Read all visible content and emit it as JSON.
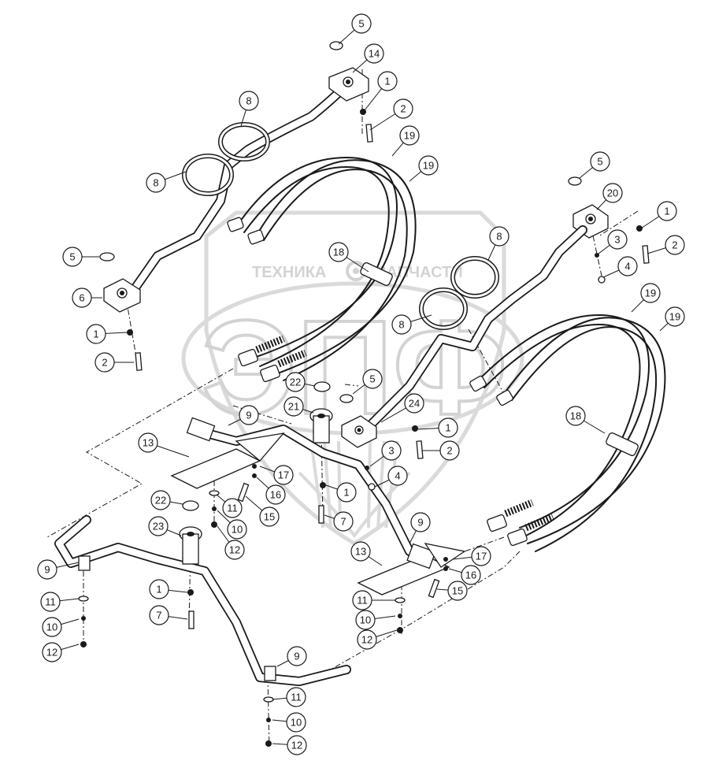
{
  "watermark": {
    "left_text": "ТЕХНИКА",
    "right_text": "ЗАПЧАСТИ",
    "monogram": "ЭПФ"
  },
  "callouts": [
    {
      "label": "5"
    },
    {
      "label": "14"
    },
    {
      "label": "1"
    },
    {
      "label": "8"
    },
    {
      "label": "2"
    },
    {
      "label": "19"
    },
    {
      "label": "19"
    },
    {
      "label": "8"
    },
    {
      "label": "5"
    },
    {
      "label": "20"
    },
    {
      "label": "1"
    },
    {
      "label": "5"
    },
    {
      "label": "3"
    },
    {
      "label": "2"
    },
    {
      "label": "18"
    },
    {
      "label": "8"
    },
    {
      "label": "4"
    },
    {
      "label": "6"
    },
    {
      "label": "1"
    },
    {
      "label": "19"
    },
    {
      "label": "8"
    },
    {
      "label": "19"
    },
    {
      "label": "2"
    },
    {
      "label": "22"
    },
    {
      "label": "5"
    },
    {
      "label": "9"
    },
    {
      "label": "21"
    },
    {
      "label": "24"
    },
    {
      "label": "1"
    },
    {
      "label": "18"
    },
    {
      "label": "13"
    },
    {
      "label": "2"
    },
    {
      "label": "3"
    },
    {
      "label": "17"
    },
    {
      "label": "4"
    },
    {
      "label": "16"
    },
    {
      "label": "1"
    },
    {
      "label": "22"
    },
    {
      "label": "11"
    },
    {
      "label": "15"
    },
    {
      "label": "10"
    },
    {
      "label": "7"
    },
    {
      "label": "23"
    },
    {
      "label": "9"
    },
    {
      "label": "12"
    },
    {
      "label": "13"
    },
    {
      "label": "17"
    },
    {
      "label": "9"
    },
    {
      "label": "16"
    },
    {
      "label": "15"
    },
    {
      "label": "1"
    },
    {
      "label": "11"
    },
    {
      "label": "11"
    },
    {
      "label": "10"
    },
    {
      "label": "7"
    },
    {
      "label": "10"
    },
    {
      "label": "12"
    },
    {
      "label": "12"
    },
    {
      "label": "9"
    },
    {
      "label": "11"
    },
    {
      "label": "10"
    },
    {
      "label": "12"
    }
  ]
}
